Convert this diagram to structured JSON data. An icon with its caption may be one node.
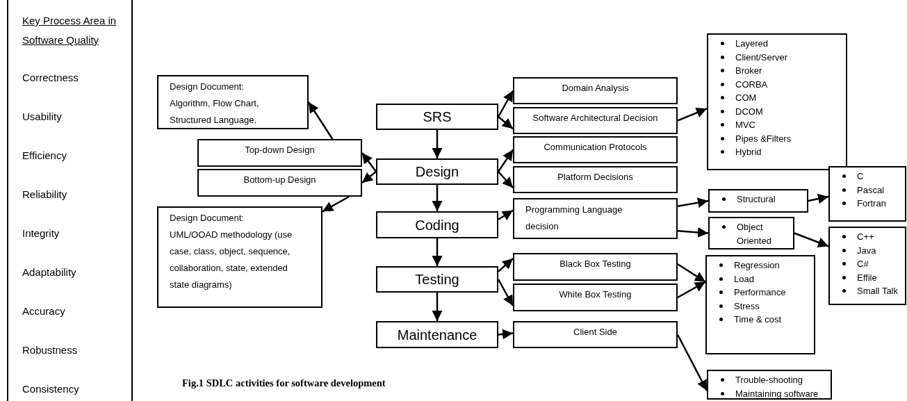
{
  "diagram": {
    "caption": "Fig.1 SDLC activities for software development",
    "nodes": [
      {
        "text": [
          "Key Process Area in Software Quality",
          "Correctness",
          "Usability",
          "Efficiency",
          "Reliability",
          "Integrity",
          "Adaptability",
          "Accuracy",
          "Robustness",
          "Consistency"
        ]
      },
      {
        "text": [
          "SRS"
        ]
      },
      {
        "text": [
          "Design"
        ]
      },
      {
        "text": [
          "Coding"
        ]
      },
      {
        "text": [
          "Testing"
        ]
      },
      {
        "text": [
          "Maintenance"
        ]
      },
      {
        "text": [
          "Domain Analysis"
        ]
      },
      {
        "text": [
          "Software Architectural Decision"
        ]
      },
      {
        "text": [
          "Communication Protocols"
        ]
      },
      {
        "text": [
          "Platform Decisions"
        ]
      },
      {
        "text": [
          "Programming Language decision"
        ]
      },
      {
        "text": [
          "Black Box Testing"
        ]
      },
      {
        "text": [
          "White Box Testing"
        ]
      },
      {
        "text": [
          "Client Side"
        ]
      },
      {
        "text": [
          "Design Document:",
          "Algorithm, Flow Chart, Structured Language."
        ]
      },
      {
        "text": [
          "Top-down Design"
        ]
      },
      {
        "text": [
          "Bottom-up Design"
        ]
      },
      {
        "text": [
          "Design Document:",
          "UML/OOAD methodology (use case, class, object, sequence, collaboration, state, extended state diagrams)"
        ]
      },
      {
        "text": [
          "Layered",
          "Client/Server",
          "Broker",
          "CORBA",
          "COM",
          "DCOM",
          "MVC",
          "Pipes &Filters",
          "Hybrid"
        ]
      },
      {
        "text": [
          "Structural"
        ]
      },
      {
        "text": [
          "Object Oriented"
        ]
      },
      {
        "text": [
          "C",
          "Pascal",
          "Fortran"
        ]
      },
      {
        "text": [
          "C++",
          "Java",
          "C#",
          "Effile",
          "Small Talk"
        ]
      },
      {
        "text": [
          "Regression",
          "Load",
          "Performance",
          "Stress",
          "Time & cost"
        ]
      },
      {
        "text": [
          "Trouble-shooting",
          "Maintaining software"
        ]
      }
    ],
    "edges": [
      {
        "from": 1,
        "to": 2,
        "arrow": "to"
      },
      {
        "from": 2,
        "to": 3,
        "arrow": "to"
      },
      {
        "from": 3,
        "to": 4,
        "arrow": "to"
      },
      {
        "from": 4,
        "to": 5,
        "arrow": "to"
      },
      {
        "from": 1,
        "to": 6,
        "arrow": "to"
      },
      {
        "from": 1,
        "to": 7,
        "arrow": "to"
      },
      {
        "from": 2,
        "to": 8,
        "arrow": "to"
      },
      {
        "from": 2,
        "to": 9,
        "arrow": "to"
      },
      {
        "from": 3,
        "to": 10,
        "arrow": "to"
      },
      {
        "from": 4,
        "to": 11,
        "arrow": "to"
      },
      {
        "from": 4,
        "to": 12,
        "arrow": "to"
      },
      {
        "from": 5,
        "to": 13,
        "arrow": "to"
      },
      {
        "from": 2,
        "to": 15,
        "arrow": "to"
      },
      {
        "from": 2,
        "to": 16,
        "arrow": "to"
      },
      {
        "from": 15,
        "to": 14,
        "arrow": "to"
      },
      {
        "from": 16,
        "to": 17,
        "arrow": "to"
      },
      {
        "from": 7,
        "to": 18,
        "arrow": "to"
      },
      {
        "from": 10,
        "to": 19,
        "arrow": "to"
      },
      {
        "from": 10,
        "to": 20,
        "arrow": "to"
      },
      {
        "from": 19,
        "to": 21,
        "arrow": "to"
      },
      {
        "from": 20,
        "to": 22,
        "arrow": "to"
      },
      {
        "from": 11,
        "to": 23,
        "arrow": "to"
      },
      {
        "from": 12,
        "to": 23,
        "arrow": "to"
      },
      {
        "from": 13,
        "to": 24,
        "arrow": "to"
      }
    ]
  }
}
